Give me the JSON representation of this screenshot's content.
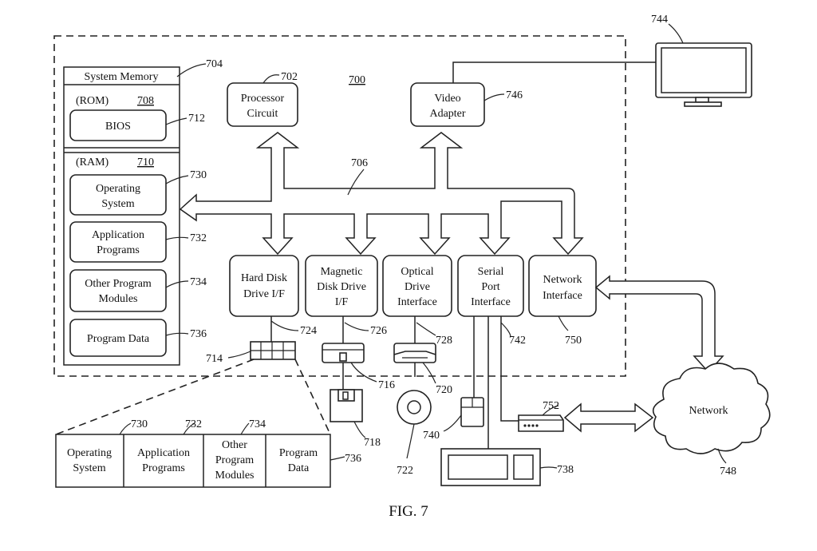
{
  "figure": {
    "caption": "FIG. 7",
    "computer_ref": "700",
    "system_memory": {
      "title": "System Memory",
      "ref": "704"
    },
    "rom": {
      "label": "(ROM)",
      "ref": "708"
    },
    "bios": {
      "label": "BIOS",
      "ref": "712"
    },
    "ram": {
      "label": "(RAM)",
      "ref": "710"
    },
    "operating_system": {
      "line1": "Operating",
      "line2": "System",
      "ref": "730"
    },
    "application_programs": {
      "line1": "Application",
      "line2": "Programs",
      "ref": "732"
    },
    "other_program_modules": {
      "line1": "Other Program",
      "line2": "Modules",
      "ref": "734"
    },
    "program_data": {
      "label": "Program Data",
      "ref": "736"
    },
    "processor_circuit": {
      "line1": "Processor",
      "line2": "Circuit",
      "ref": "702"
    },
    "video_adapter": {
      "line1": "Video",
      "line2": "Adapter",
      "ref": "746"
    },
    "monitor": {
      "ref": "744"
    },
    "bus": {
      "ref": "706"
    },
    "hard_disk_if": {
      "line1": "Hard Disk",
      "line2": "Drive I/F",
      "ref": "724"
    },
    "magnetic_disk_if": {
      "line1": "Magnetic",
      "line2": "Disk Drive",
      "line3": "I/F",
      "ref": "726"
    },
    "optical_drive_if": {
      "line1": "Optical",
      "line2": "Drive",
      "line3": "Interface",
      "ref": "728"
    },
    "serial_port_if": {
      "line1": "Serial",
      "line2": "Port",
      "line3": "Interface",
      "ref": "742"
    },
    "network_interface": {
      "line1": "Network",
      "line2": "Interface",
      "ref": "750"
    },
    "hard_disk": {
      "ref": "714"
    },
    "magnetic_drive": {
      "ref": "716"
    },
    "floppy": {
      "ref": "718"
    },
    "optical_drive": {
      "ref": "720"
    },
    "optical_disc": {
      "ref": "722"
    },
    "mouse": {
      "ref": "740"
    },
    "keyboard": {
      "ref": "738"
    },
    "modem": {
      "ref": "752"
    },
    "network": {
      "label": "Network",
      "ref": "748"
    },
    "disk_contents": {
      "operating_system": {
        "line1": "Operating",
        "line2": "System",
        "ref": "730"
      },
      "application_programs": {
        "line1": "Application",
        "line2": "Programs",
        "ref": "732"
      },
      "other_program_modules": {
        "line1": "Other",
        "line2": "Program",
        "line3": "Modules",
        "ref": "734"
      },
      "program_data": {
        "line1": "Program",
        "line2": "Data",
        "ref": "736"
      }
    }
  }
}
